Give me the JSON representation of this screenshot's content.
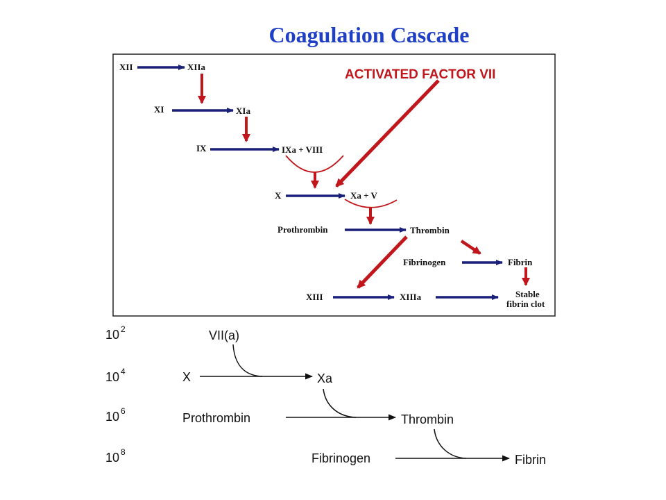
{
  "title": "Coagulation Cascade",
  "colors": {
    "title": "#1f3fc7",
    "blue_arrow": "#1a1f7a",
    "red_arrow": "#c0161c",
    "black": "#111111"
  },
  "cascade": {
    "activated_label": "ACTIVATED FACTOR VII",
    "nodes": {
      "xii": "XII",
      "xiia": "XIIa",
      "xi": "XI",
      "xia": "XIa",
      "ix": "IX",
      "ixa_viii": "IXa  + VIII",
      "x": "X",
      "xa_v": "Xa  +  V",
      "prothrombin": "Prothrombin",
      "thrombin": "Thrombin",
      "fibrinogen": "Fibrinogen",
      "fibrin": "Fibrin",
      "xiii": "XIII",
      "xiiia": "XIIIa",
      "stable1": "Stable",
      "stable2": "fibrin clot"
    }
  },
  "amplification": {
    "levels": [
      {
        "base": "10",
        "exp": "2"
      },
      {
        "base": "10",
        "exp": "4"
      },
      {
        "base": "10",
        "exp": "6"
      },
      {
        "base": "10",
        "exp": "8"
      }
    ],
    "nodes": {
      "viia": "VII(a)",
      "x": "X",
      "xa": "Xa",
      "prothrombin": "Prothrombin",
      "thrombin": "Thrombin",
      "fibrinogen": "Fibrinogen",
      "fibrin": "Fibrin"
    }
  }
}
